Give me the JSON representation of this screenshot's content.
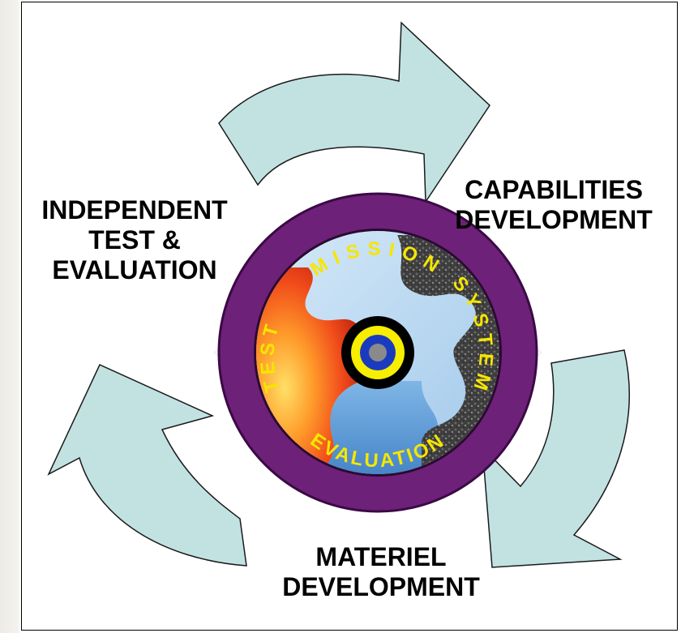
{
  "stages": {
    "independent_test_evaluation": [
      "INDEPENDENT",
      "TEST &",
      "EVALUATION"
    ],
    "capabilities_development": [
      "CAPABILITIES",
      "DEVELOPMENT"
    ],
    "materiel_development": [
      "MATERIEL",
      "DEVELOPMENT"
    ]
  },
  "emblem": {
    "words": [
      "MISSION",
      "SYSTEM",
      "EVALUATION",
      "TEST"
    ],
    "ring_color": "#6e2178",
    "ring_text_color": "#f6e600",
    "sky_color": "#b9d8f0",
    "fire_color": "#f04a1a",
    "water_color": "#5b9ad6",
    "rock_color": "#4a4a4a",
    "target_colors": [
      "#000000",
      "#f7ee00",
      "#1b3bbf",
      "#8a8a8a"
    ]
  },
  "colors": {
    "arrow_fill": "#c2e2e2",
    "arrow_stroke": "#1a1a1a",
    "text": "#000000"
  }
}
